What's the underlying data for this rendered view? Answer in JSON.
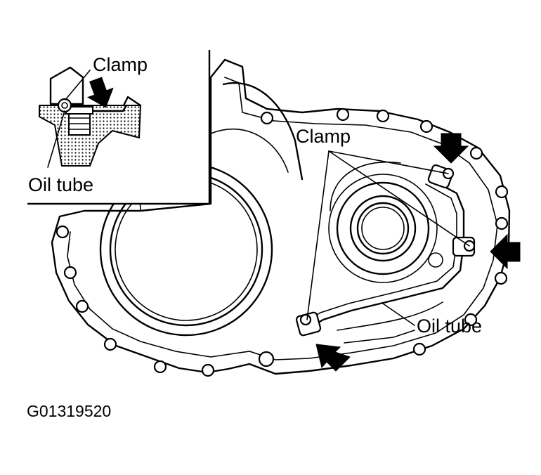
{
  "labels": {
    "inset_clamp": "Clamp",
    "inset_oil_tube": "Oil tube",
    "main_clamp": "Clamp",
    "main_oil_tube": "Oil tube",
    "figure_code": "G01319520"
  },
  "colors": {
    "ink": "#000000",
    "paper": "#ffffff"
  },
  "icons": [
    "arrow-icon",
    "bolt-hole-icon",
    "clamp-icon"
  ]
}
